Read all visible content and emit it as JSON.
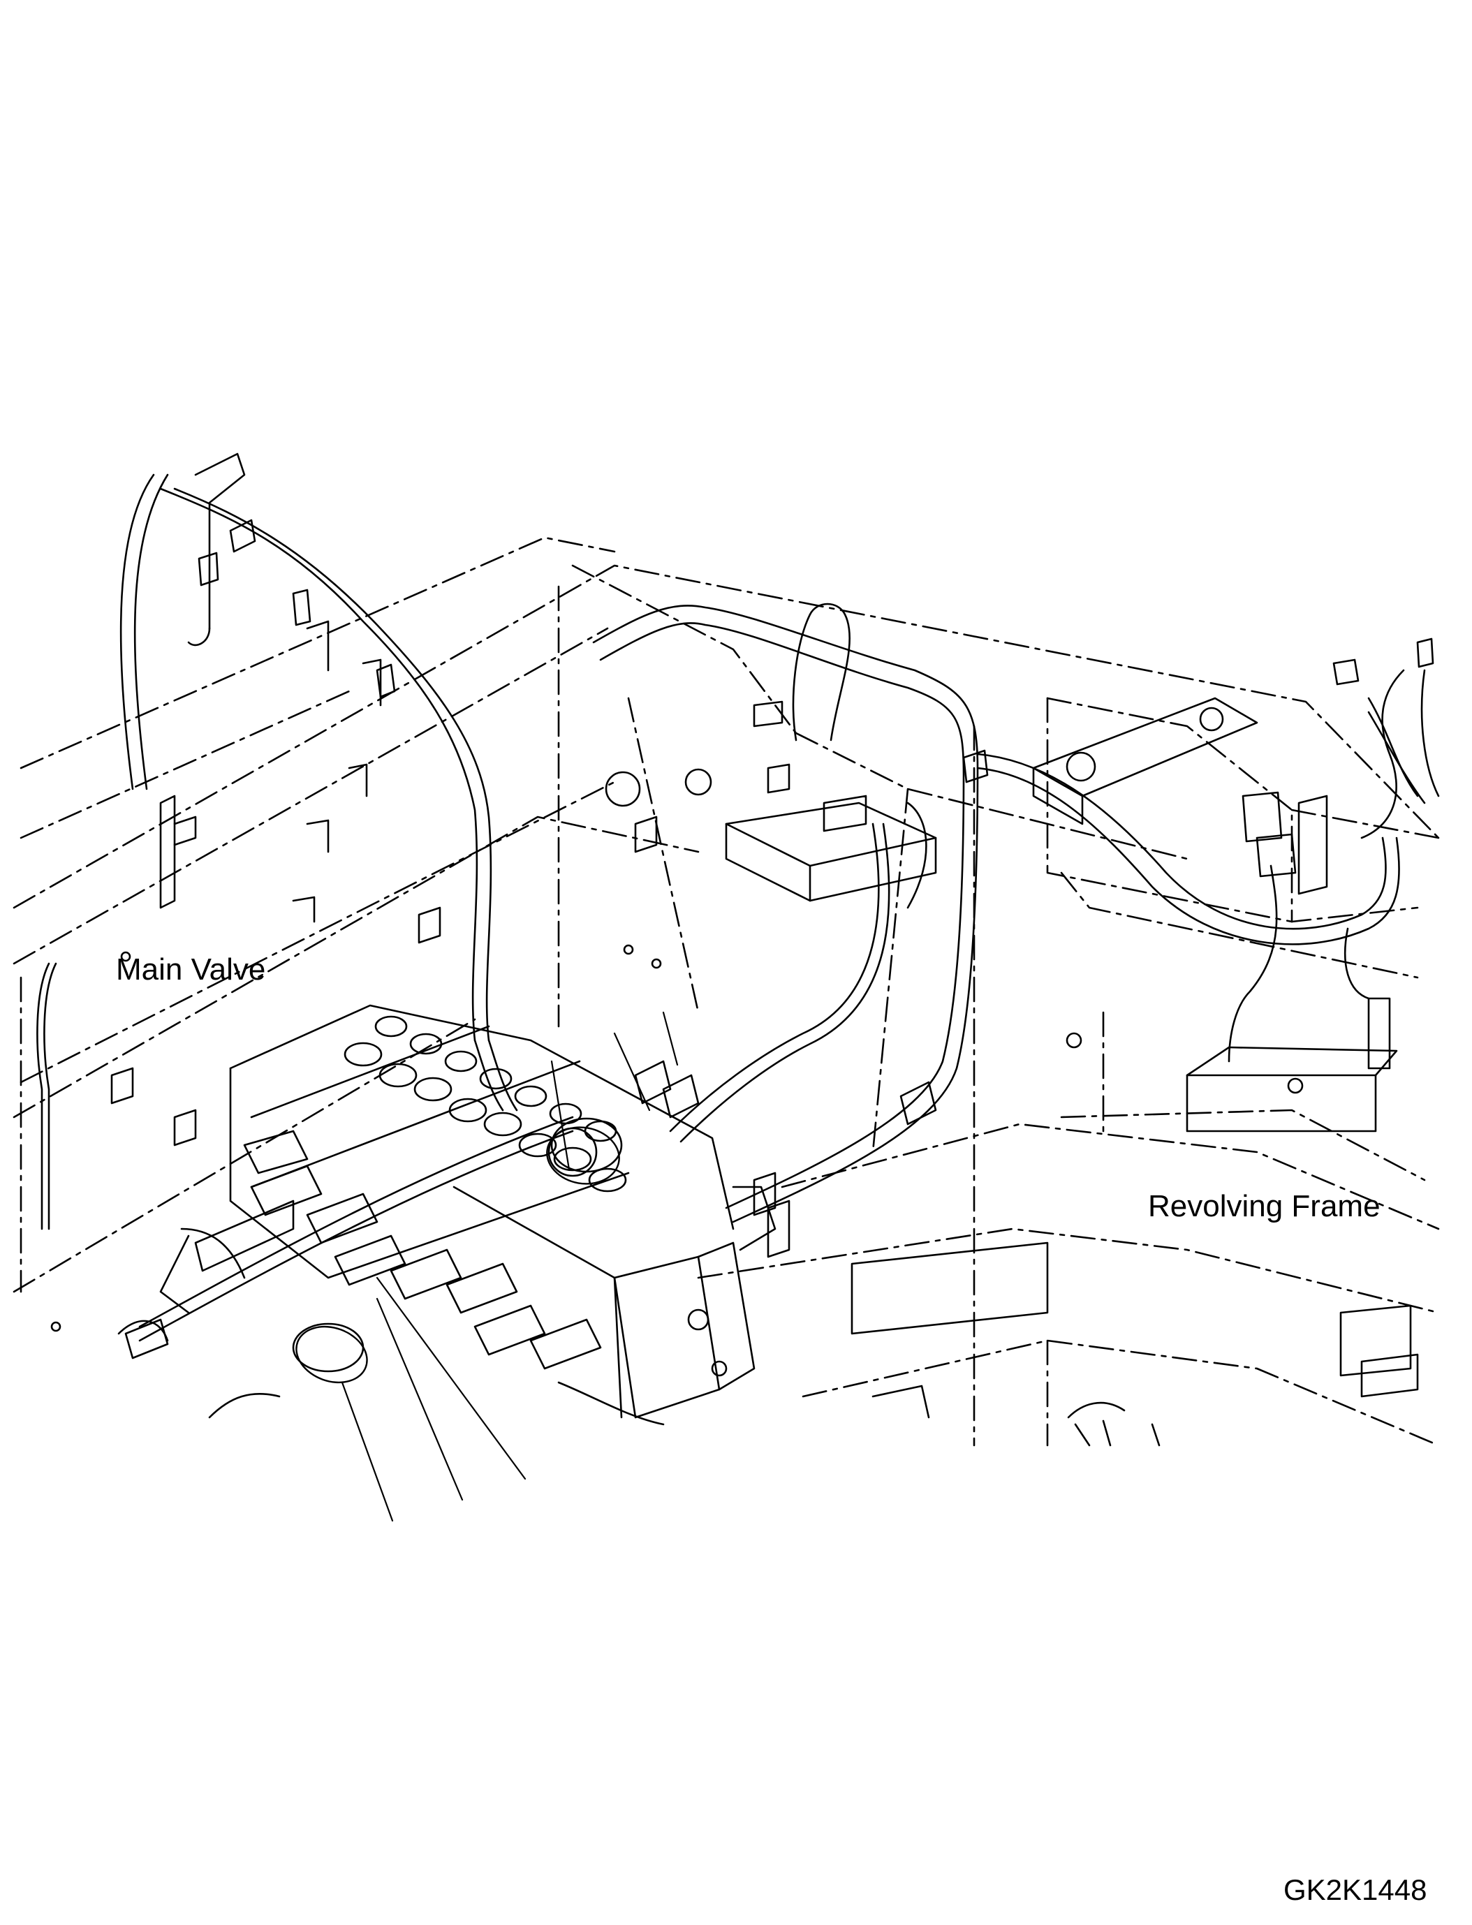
{
  "drawing": {
    "labels": {
      "main_valve": "Main Valve",
      "revolving_frame": "Revolving Frame"
    },
    "drawing_number": "GK2K1448",
    "line_color": "#000000",
    "background_color": "#ffffff"
  }
}
